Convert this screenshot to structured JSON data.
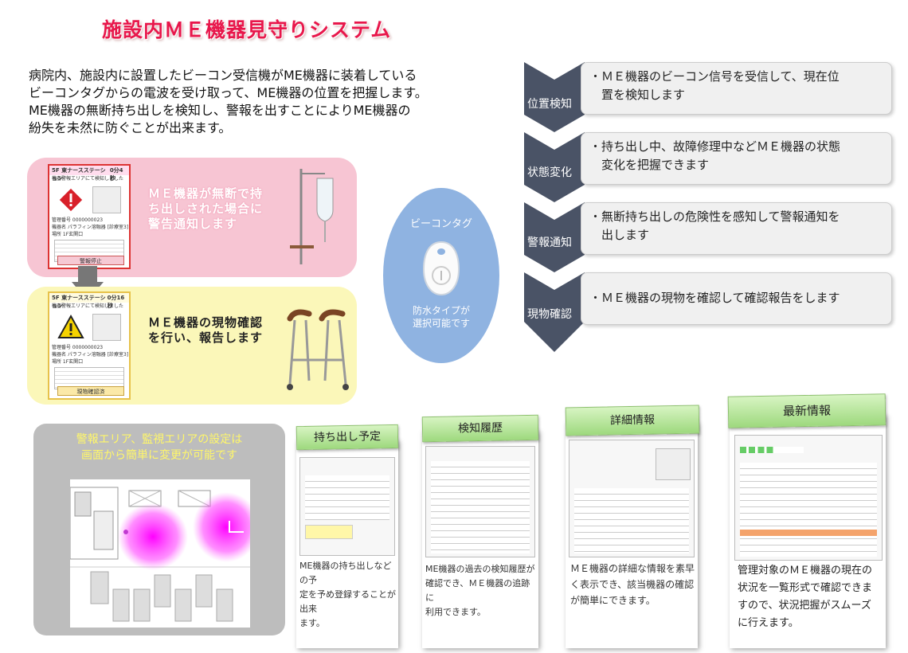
{
  "title": "施設内ＭＥ機器見守りシステム",
  "intro": [
    "病院内、施設内に設置したビーコン受信機がME機器に装着している",
    "ビーコンタグからの電波を受け取って、ME機器の位置を把握します。",
    "ME機器の無断持ち出しを検知し、警報を出すことによりME機器の",
    "紛失を未然に防ぐことが出来ます。"
  ],
  "alert_panel": {
    "text": "ＭＥ機器が無断で持ち出しされた場合に警告通知します",
    "phone": {
      "header": "5F 東ナースステーション",
      "timer": "0分4秒",
      "caption": "機器警報エリアにて検知しました",
      "rows": [
        "管理番号 0000000023",
        "機器名 パラフィン溶融器 [診療室3]",
        "場所 1F玄関口"
      ],
      "button": "警報停止"
    }
  },
  "confirm_panel": {
    "text": "ＭＥ機器の現物確認を行い、報告します",
    "phone": {
      "header": "5F 東ナースステーション",
      "timer": "0分16秒",
      "caption": "機器警報エリアにて検知しました",
      "rows": [
        "管理番号 0000000023",
        "機器名 パラフィン溶融器 [診療室3]",
        "場所 1F玄関口"
      ],
      "button": "現物確認済"
    }
  },
  "beacon": {
    "label": "ビーコンタグ",
    "note_line1": "防水タイプが",
    "note_line2": "選択可能です"
  },
  "steps": [
    {
      "label": "位置検知",
      "lines": [
        "・ＭＥ機器のビーコン信号を受信して、現在位",
        "　置を検知します"
      ]
    },
    {
      "label": "状態変化",
      "lines": [
        "・持ち出し中、故障修理中などＭＥ機器の状態",
        "　変化を把握できます"
      ]
    },
    {
      "label": "警報通知",
      "lines": [
        "・無断持ち出しの危険性を感知して警報通知を",
        "　出します"
      ]
    },
    {
      "label": "現物確認",
      "lines": [
        "・ＭＥ機器の現物を確認して確認報告をします"
      ]
    }
  ],
  "map_card": {
    "line1": "警報エリア、監視エリアの設定は",
    "line2": "画面から簡単に変更が可能です"
  },
  "screens": [
    {
      "tab": "持ち出し予定",
      "lines": [
        "ME機器の持ち出しなどの予",
        "定を予め登録することが出来",
        "ます。"
      ]
    },
    {
      "tab": "検知履歴",
      "lines": [
        "ME機器の過去の検知履歴が",
        "確認でき、ＭＥ機器の追跡に",
        "利用できます。"
      ]
    },
    {
      "tab": "詳細情報",
      "lines": [
        "ＭＥ機器の詳細な情報を素早",
        "く表示でき、該当機器の確認",
        "が簡単にできます。"
      ]
    },
    {
      "tab": "最新情報",
      "lines": [
        "管理対象のＭＥ機器の現在の",
        "状況を一覧形式で確認できま",
        "すので、状況把握がスムーズ",
        "に行えます。"
      ]
    }
  ],
  "colors": {
    "title": "#e8174b",
    "chevron": "#4a5366",
    "pink_panel": "#f7c5d3",
    "yellow_panel": "#fbf7b9",
    "beacon": "#8fb3e1",
    "tab_green": "#9ed97e"
  }
}
